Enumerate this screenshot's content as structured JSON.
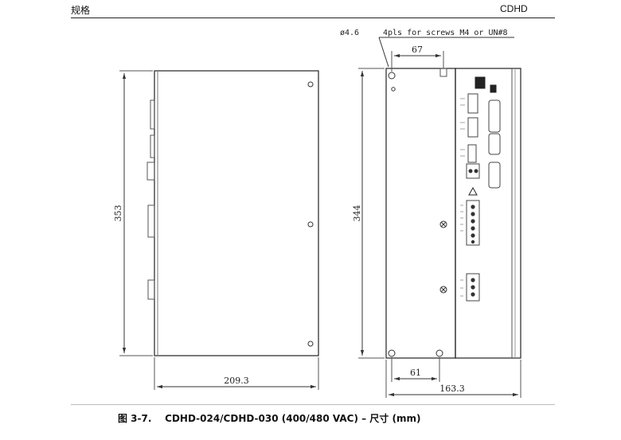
{
  "header": {
    "section_title": "规格",
    "product_name": "CDHD"
  },
  "dimensions": {
    "side_height": "353",
    "side_width": "209.3",
    "front_height": "344",
    "front_top": "67",
    "front_mount_spacing": "61",
    "front_width": "163.3",
    "hole_diameter": "ø4.6",
    "hole_note": "4pls for screws M4 or UN#8"
  },
  "caption": {
    "label": "图 3-7.",
    "text": "CDHD-024/CDHD-030 (400/480 VAC) – 尺寸 (mm)"
  }
}
